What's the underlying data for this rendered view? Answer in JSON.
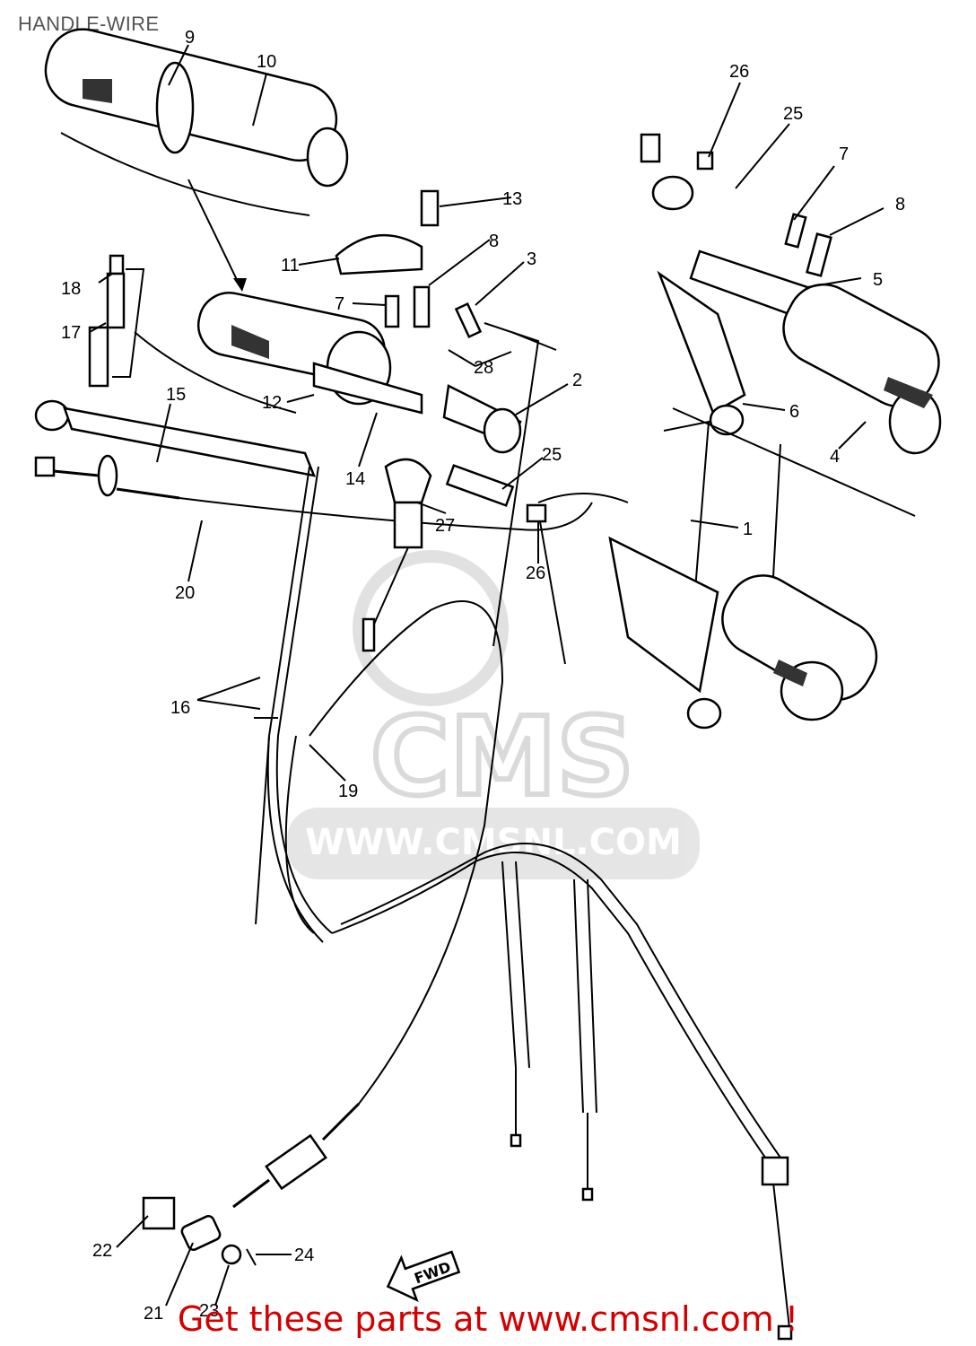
{
  "header": {
    "title": "HANDLE-WIRE"
  },
  "watermark": {
    "logo_text": "CMS",
    "url_text": "WWW.CMSNL.COM"
  },
  "direction_marker": "FWD",
  "callouts": [
    "1",
    "2",
    "3",
    "4",
    "5",
    "6",
    "7",
    "8",
    "9",
    "10",
    "11",
    "12",
    "13",
    "14",
    "15",
    "16",
    "17",
    "18",
    "19",
    "20",
    "21",
    "22",
    "23",
    "24",
    "25",
    "26",
    "27",
    "28"
  ],
  "callouts_extra": {
    "c7b": "7",
    "c8b": "8",
    "c25b": "25",
    "c26b": "26"
  },
  "footer": {
    "cta": "Get these parts at www.cmsnl.com !"
  },
  "colors": {
    "footer": "#d40000",
    "title": "#555555",
    "watermark": "#d9d9d9"
  }
}
